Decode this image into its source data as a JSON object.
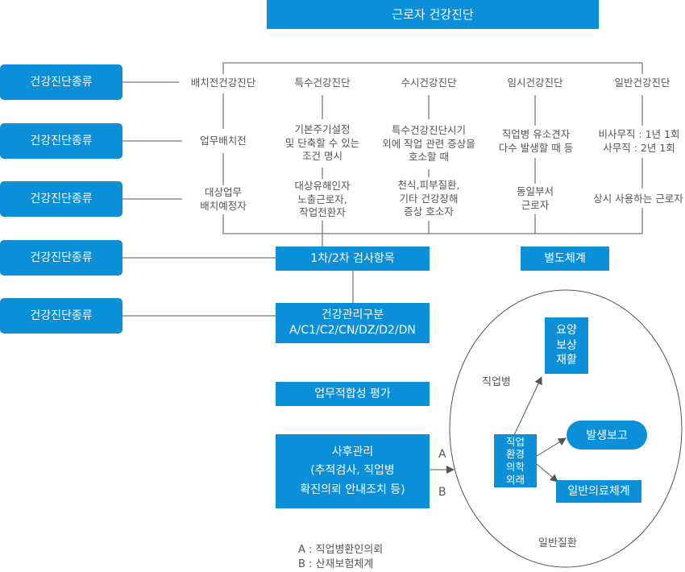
{
  "title": "근로자 건강진단",
  "side_labels": [
    "건강진단종류",
    "건강진단종류",
    "건강진단종류",
    "건강진단종류",
    "건강진단종류"
  ],
  "types": [
    "배치전건강진단",
    "특수건강진단",
    "수시건강진단",
    "임시건강진단",
    "일반건강진단"
  ],
  "timing": [
    "업무배치전",
    "기본주기설정\n및 단축할 수 있는\n조건 명시",
    "특수건강진단시기\n외에 작업 관련 증상을\n호소할 때",
    "직업병 유소견자\n다수 발생할 때 등",
    "비사무직 : 1년 1회\n사무직 : 2년 1회"
  ],
  "targets": [
    "대상업무\n배치예정자",
    "대상유해인자\n노출근로자,\n작업전환자",
    "천식,피부질환,\n기타 건강장해\n증상 호소자",
    "동일부서\n근로자",
    "상시 사용하는 근로자"
  ],
  "exam_items": "1차/2차 검사항목",
  "separate": "별도체계",
  "health_class": "건강관리구분\nA/C1/C2/CN/DZ/D2/DN",
  "fitness": "업무적합성 평가",
  "followup": "사후관리\n(추적검사, 직업병\n확진의뢰 안내조치 등)",
  "arrow_a": "A",
  "arrow_b": "B",
  "occ_disease": "직업병",
  "center": "직업\n환경\n의학\n외래",
  "care": "요양\n보상\n재활",
  "report": "발생보고",
  "general_care": "일반의료체계",
  "general_disease": "일반질환",
  "legend": [
    "A : 직업병환인의뢰",
    "B : 산재보험체계"
  ],
  "colors": {
    "accent": "#0a8fd8",
    "line": "#555555"
  }
}
